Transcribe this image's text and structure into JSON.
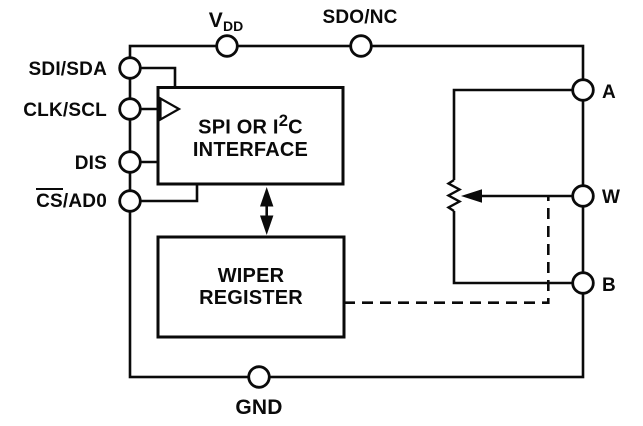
{
  "colors": {
    "background": "#ffffff",
    "line": "#0a0a0a",
    "text": "#0a0a0a"
  },
  "pins": {
    "vdd": {
      "main": "V",
      "sub": "DD"
    },
    "sdo_nc": {
      "label": "SDO/NC"
    },
    "sdi_sda": {
      "label": "SDI/SDA"
    },
    "clk_scl": {
      "label": "CLK/SCL"
    },
    "dis": {
      "label": "DIS"
    },
    "cs_ad0": {
      "overline": "CS",
      "rest": "/AD0"
    },
    "a": {
      "label": "A"
    },
    "w": {
      "label": "W"
    },
    "b": {
      "label": "B"
    },
    "gnd": {
      "label": "GND"
    }
  },
  "blocks": {
    "interface": {
      "line1_pre": "SPI OR I",
      "line1_sup": "2",
      "line1_post": "C",
      "line2": "INTERFACE"
    },
    "wiper_register": {
      "line1": "WIPER",
      "line2": "REGISTER"
    }
  }
}
